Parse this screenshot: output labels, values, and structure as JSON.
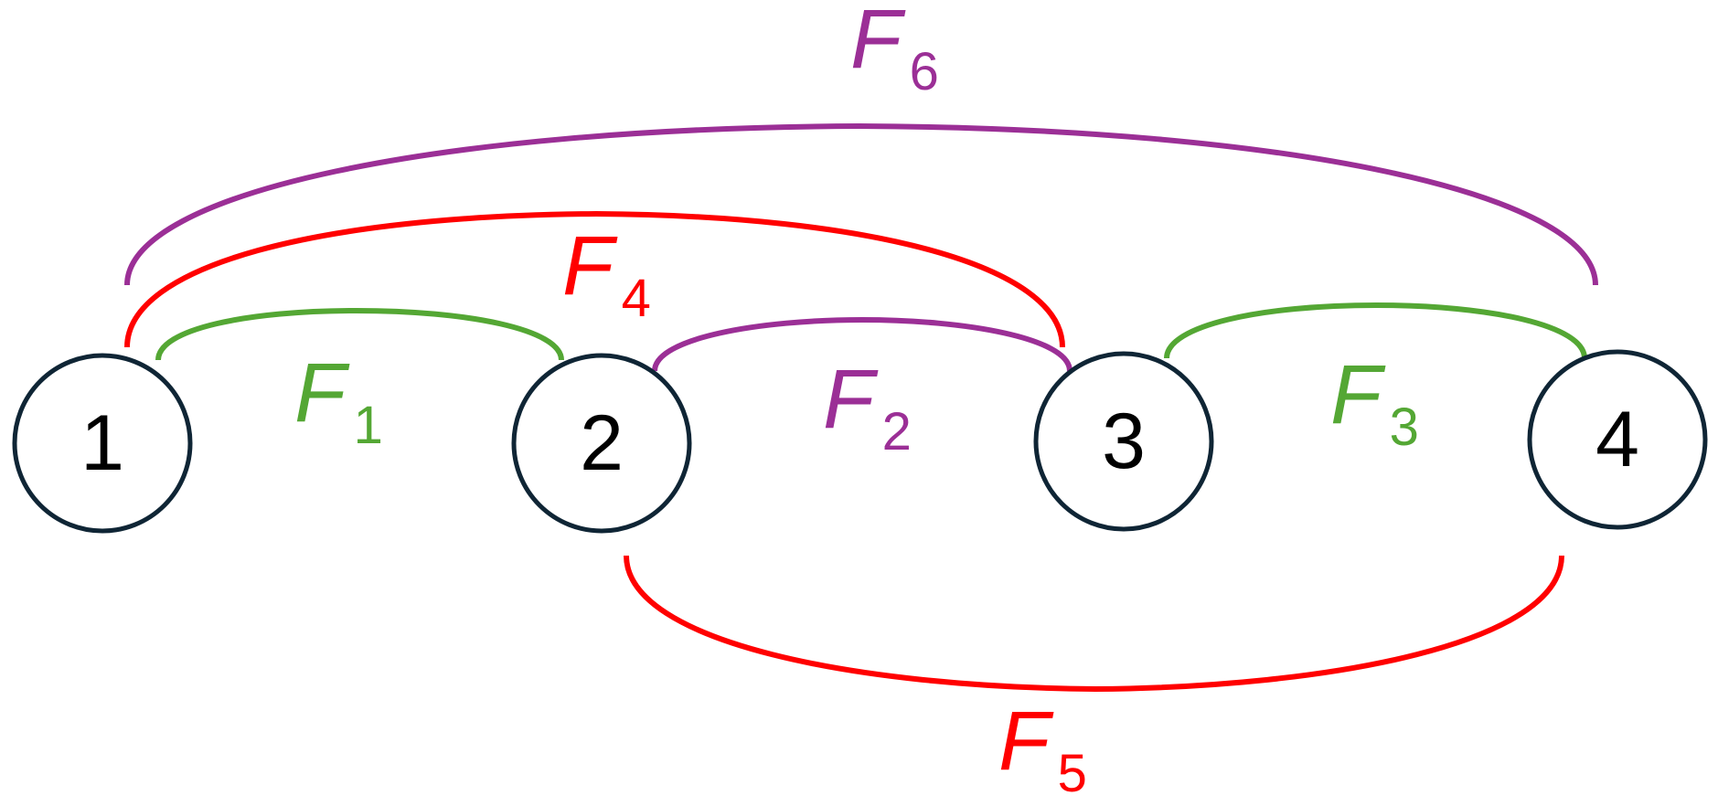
{
  "colors": {
    "green": "#54a734",
    "purple": "#9b2f96",
    "red": "#ff0000",
    "node_stroke": "#0f2535"
  },
  "nodes": [
    {
      "id": "1",
      "label": "1"
    },
    {
      "id": "2",
      "label": "2"
    },
    {
      "id": "3",
      "label": "3"
    },
    {
      "id": "4",
      "label": "4"
    }
  ],
  "edges": [
    {
      "id": "F1",
      "letter": "F",
      "subscript": "1",
      "from": "1",
      "to": "2",
      "color": "green"
    },
    {
      "id": "F2",
      "letter": "F",
      "subscript": "2",
      "from": "2",
      "to": "3",
      "color": "purple"
    },
    {
      "id": "F3",
      "letter": "F",
      "subscript": "3",
      "from": "3",
      "to": "4",
      "color": "green"
    },
    {
      "id": "F4",
      "letter": "F",
      "subscript": "4",
      "from": "1",
      "to": "3",
      "color": "red"
    },
    {
      "id": "F5",
      "letter": "F",
      "subscript": "5",
      "from": "2",
      "to": "4",
      "color": "red"
    },
    {
      "id": "F6",
      "letter": "F",
      "subscript": "6",
      "from": "1",
      "to": "4",
      "color": "purple"
    }
  ]
}
